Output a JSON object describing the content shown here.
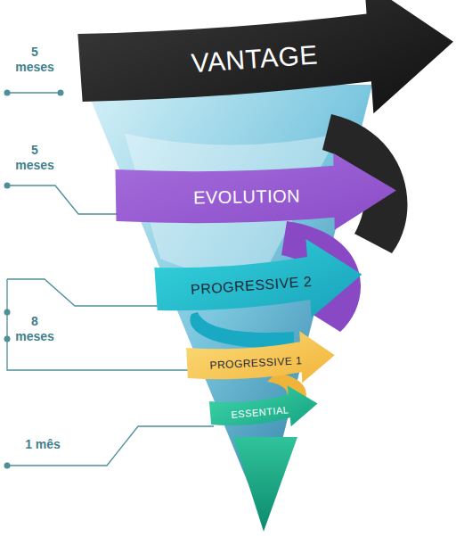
{
  "diagram": {
    "nodes": [
      {
        "text": [
          "VANTAGE"
        ]
      },
      {
        "text": [
          "EVOLUTION"
        ]
      },
      {
        "text": [
          "PROGRESSIVE 2"
        ]
      },
      {
        "text": [
          "PROGRESSIVE 1"
        ]
      },
      {
        "text": [
          "ESSENTIAL"
        ]
      }
    ],
    "labels": [
      "5 meses",
      "5 meses",
      "8 meses",
      "1 mês"
    ]
  }
}
